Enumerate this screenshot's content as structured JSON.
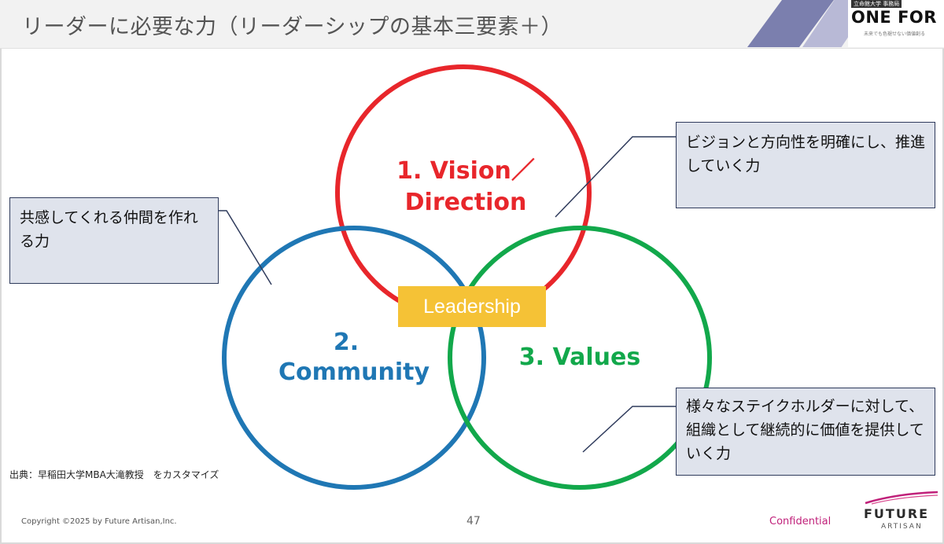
{
  "header": {
    "title": "リーダーに必要な力（リーダーシップの基本三要素＋）",
    "logo_tag": "立命館大学 事務局",
    "logo_text": "ONE FOR NEXT",
    "logo_sub": "未来でも色褪せない価値創る"
  },
  "diagram": {
    "circles": [
      {
        "label_line1": "1.  Vision／",
        "label_line2": "Direction",
        "color": "#e8262b"
      },
      {
        "label_line1": "2.",
        "label_line2": "Community",
        "color": "#1f77b4"
      },
      {
        "label_line1": "3.  Values",
        "color": "#12a84b"
      }
    ],
    "center_label": "Leadership",
    "center_color": "#f5c236"
  },
  "callouts": {
    "left": "共感してくれる仲間を作れる力",
    "top_right": "ビジョンと方向性を明確にし、推進していく力",
    "bottom_right": "様々なステイクホルダーに対して、組織として継続的に価値を提供していく力"
  },
  "footer": {
    "source": "出典：早稲田大学MBA大滝教授　をカスタマイズ",
    "copyright": "Copyright ©2025 by Future Artisan,Inc.",
    "page": "47",
    "confidential": "Confidential",
    "brand_main": "FUTURE",
    "brand_sub": "ARTISAN"
  }
}
